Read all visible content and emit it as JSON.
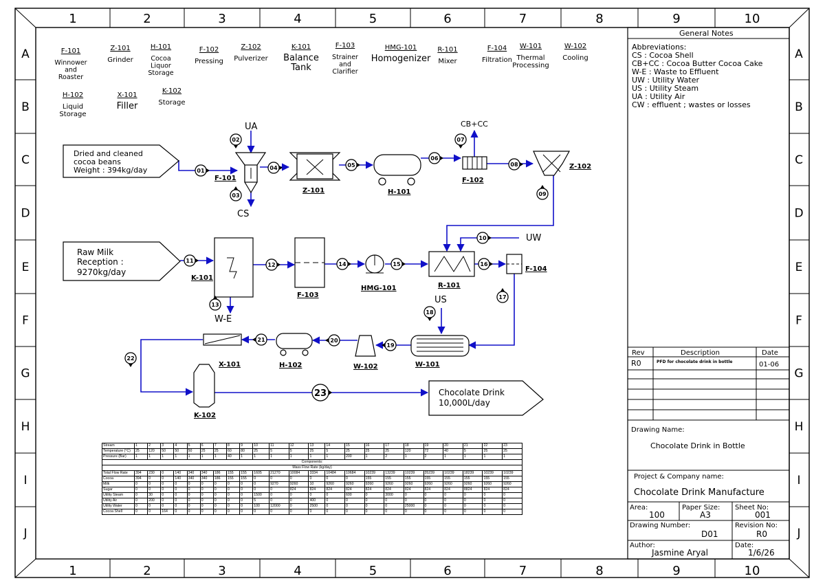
{
  "grid": {
    "cols": [
      "1",
      "2",
      "3",
      "4",
      "5",
      "6",
      "7",
      "8",
      "9",
      "10"
    ],
    "rows": [
      "A",
      "B",
      "C",
      "D",
      "E",
      "F",
      "G",
      "H",
      "I",
      "J"
    ]
  },
  "legend": [
    {
      "tag": "F-101",
      "name": "Winnower and Roaster"
    },
    {
      "tag": "Z-101",
      "name": "Grinder"
    },
    {
      "tag": "H-101",
      "name": "Cocoa Liquor Storage"
    },
    {
      "tag": "F-102",
      "name": "Pressing"
    },
    {
      "tag": "Z-102",
      "name": "Pulverizer"
    },
    {
      "tag": "K-101",
      "name": "Balance Tank"
    },
    {
      "tag": "F-103",
      "name": "Strainer and Clarifier"
    },
    {
      "tag": "HMG-101",
      "name": "Homogenizer"
    },
    {
      "tag": "R-101",
      "name": "Mixer"
    },
    {
      "tag": "F-104",
      "name": "Filtration"
    },
    {
      "tag": "W-101",
      "name": "Thermal Processing"
    },
    {
      "tag": "W-102",
      "name": "Cooling"
    },
    {
      "tag": "H-102",
      "name": "Liquid Storage"
    },
    {
      "tag": "X-101",
      "name": "Filler"
    },
    {
      "tag": "K-102",
      "name": "Storage"
    }
  ],
  "inputs": {
    "beans": [
      "Dried and cleaned",
      "cocoa beans",
      "Weight : 394kg/day"
    ],
    "milk": [
      "Raw Milk",
      "Reception :",
      "9270kg/day"
    ],
    "product": [
      "Chocolate Drink",
      "10,000L/day"
    ]
  },
  "utilities": {
    "ua": "UA",
    "cs": "CS",
    "cbcc": "CB+CC",
    "uw": "UW",
    "we": "W-E",
    "us": "US"
  },
  "streams": [
    "01",
    "02",
    "03",
    "04",
    "05",
    "06",
    "07",
    "08",
    "09",
    "10",
    "11",
    "12",
    "13",
    "14",
    "15",
    "16",
    "17",
    "18",
    "19",
    "20",
    "21",
    "22",
    "23"
  ],
  "general_notes": {
    "title": "General Notes",
    "lines": [
      "Abbreviations:",
      "CS   : Cocoa Shell",
      "CB+CC : Cocoa Butter  Cocoa Cake",
      "W-E  : Waste to Effluent",
      "UW : Utility Water",
      "US : Utility Steam",
      "UA : Utility Air",
      "CW   : effluent ; wastes or losses"
    ]
  },
  "revisions": {
    "headers": [
      "Rev",
      "Description",
      "Date"
    ],
    "rows": [
      {
        "rev": "R0",
        "desc": "PFD for chocolate drink in bottle",
        "date": "01-06"
      }
    ]
  },
  "title_block": {
    "drawing_name_label": "Drawing Name:",
    "drawing_name": "Chocolate Drink in Bottle",
    "company_label": "Project & Company name:",
    "company": "Chocolate Drink Manufacture",
    "area_label": "Area:",
    "area": "100",
    "paper_label": "Paper Size:",
    "paper": "A3",
    "sheet_label": "Sheet No:",
    "sheet": "001",
    "dwgno_label": "Drawing Number:",
    "dwgno": "D01",
    "revno_label": "Revision No:",
    "revno": "R0",
    "author_label": "Author:",
    "author": "Jasmine Aryal",
    "date_label": "Date:",
    "date": "1/6/26"
  },
  "stream_table": {
    "header": [
      "Stream",
      "1",
      "2",
      "3",
      "4",
      "5",
      "6",
      "7",
      "8",
      "9",
      "10",
      "11",
      "12",
      "13",
      "14",
      "15",
      "16",
      "17",
      "18",
      "19",
      "20",
      "21",
      "22",
      "23"
    ],
    "temperature": [
      "Temperature (°C)",
      "25",
      "120",
      "50",
      "50",
      "50",
      "25",
      "25",
      "60",
      "80",
      "25",
      "5",
      "5",
      "25",
      "5",
      "25",
      "25",
      "25",
      "120",
      "72",
      "40",
      "5",
      "25",
      "25"
    ],
    "pressure": [
      "Pressure (Bar)",
      "1",
      "1",
      "1",
      "1",
      "1",
      "1",
      "1",
      "40",
      "1",
      "1",
      "1",
      "1",
      "1",
      "1",
      "200",
      "1",
      "2",
      "1",
      "2",
      "1",
      "1",
      "1",
      "1"
    ],
    "components_label": "Components:",
    "mass_label": "Mass Flow Rate (kg/day)",
    "rows": [
      [
        "Total Flow Rate",
        "394",
        "230",
        "0",
        "140",
        "340",
        "340",
        "186",
        "155",
        "155",
        "1605",
        "21270",
        "10084",
        "3334",
        "10484",
        "10684",
        "10239",
        "13239",
        "10239",
        "35239",
        "10239",
        "18239",
        "10239",
        "10239"
      ],
      [
        "Cocoa",
        "394",
        "0",
        "0",
        "140",
        "340",
        "340",
        "186",
        "155",
        "155",
        "0",
        "0",
        "0",
        "0",
        "0",
        "0",
        "155",
        "155",
        "155",
        "155",
        "155",
        "155",
        "155",
        "155"
      ],
      [
        "Milk",
        "0",
        "0",
        "0",
        "0",
        "0",
        "0",
        "0",
        "0",
        "0",
        "0",
        "9270",
        "9260",
        "10",
        "9260",
        "9260",
        "9260",
        "9260",
        "9260",
        "9260",
        "9260",
        "9260",
        "9260",
        "9260"
      ],
      [
        "Sugar",
        "0",
        "0",
        "0",
        "0",
        "0",
        "0",
        "0",
        "0",
        "0",
        "0",
        "0",
        "824",
        "824",
        "824",
        "824",
        "824",
        "824",
        "824",
        "824",
        "824",
        "8824",
        "824",
        "824"
      ],
      [
        "Utility Steam",
        "0",
        "30",
        "0",
        "0",
        "0",
        "0",
        "0",
        "0",
        "0",
        "1500",
        "0",
        "0",
        "0",
        "0",
        "600",
        "0",
        "3000",
        "0",
        "0",
        "0",
        "0",
        "0",
        "0"
      ],
      [
        "Utility Air",
        "0",
        "200",
        "0",
        "0",
        "0",
        "0",
        "0",
        "0",
        "0",
        "5",
        "0",
        "0",
        "400",
        "0",
        "0",
        "0",
        "0",
        "0",
        "0",
        "0",
        "0",
        "0",
        "0"
      ],
      [
        "Utility Water",
        "0",
        "0",
        "0",
        "0",
        "0",
        "0",
        "0",
        "0",
        "0",
        "100",
        "12000",
        "0",
        "2500",
        "0",
        "0",
        "0",
        "0",
        "25000",
        "0",
        "0",
        "0",
        "0",
        "0"
      ],
      [
        "Cocoa Shell",
        "0",
        "0",
        "164",
        "0",
        "0",
        "0",
        "0",
        "0",
        "0",
        "0",
        "0",
        "0",
        "0",
        "0",
        "0",
        "0",
        "0",
        "0",
        "0",
        "0",
        "0",
        "0",
        "0"
      ]
    ]
  }
}
